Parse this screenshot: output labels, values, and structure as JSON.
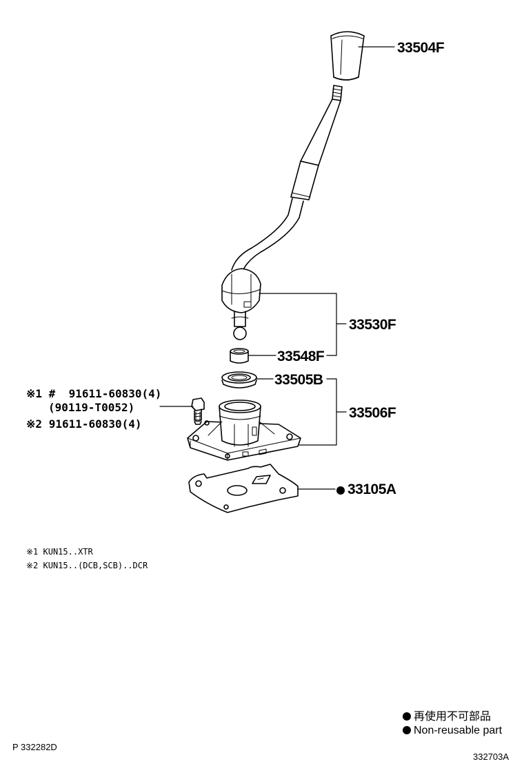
{
  "parts": {
    "knob": "33504F",
    "lever": "33530F",
    "bushing": "33548F",
    "boot_seal": "33505B",
    "retainer": "33506F",
    "gasket": "33105A"
  },
  "bolt_refs": {
    "line1_mark": "※1 #",
    "line1_part": "91611-60830(4)",
    "line2_part": "(90119-T0052)",
    "line3_mark": "※2",
    "line3_part": "91611-60830(4)"
  },
  "notes": [
    "※1 KUN15..XTR",
    "※2 KUN15..(DCB,SCB)..DCR"
  ],
  "legend": {
    "jp": "再使用不可部品",
    "en": "Non-reusable part"
  },
  "footer": {
    "page_code": "P 332282D",
    "figure_code": "332703A"
  }
}
